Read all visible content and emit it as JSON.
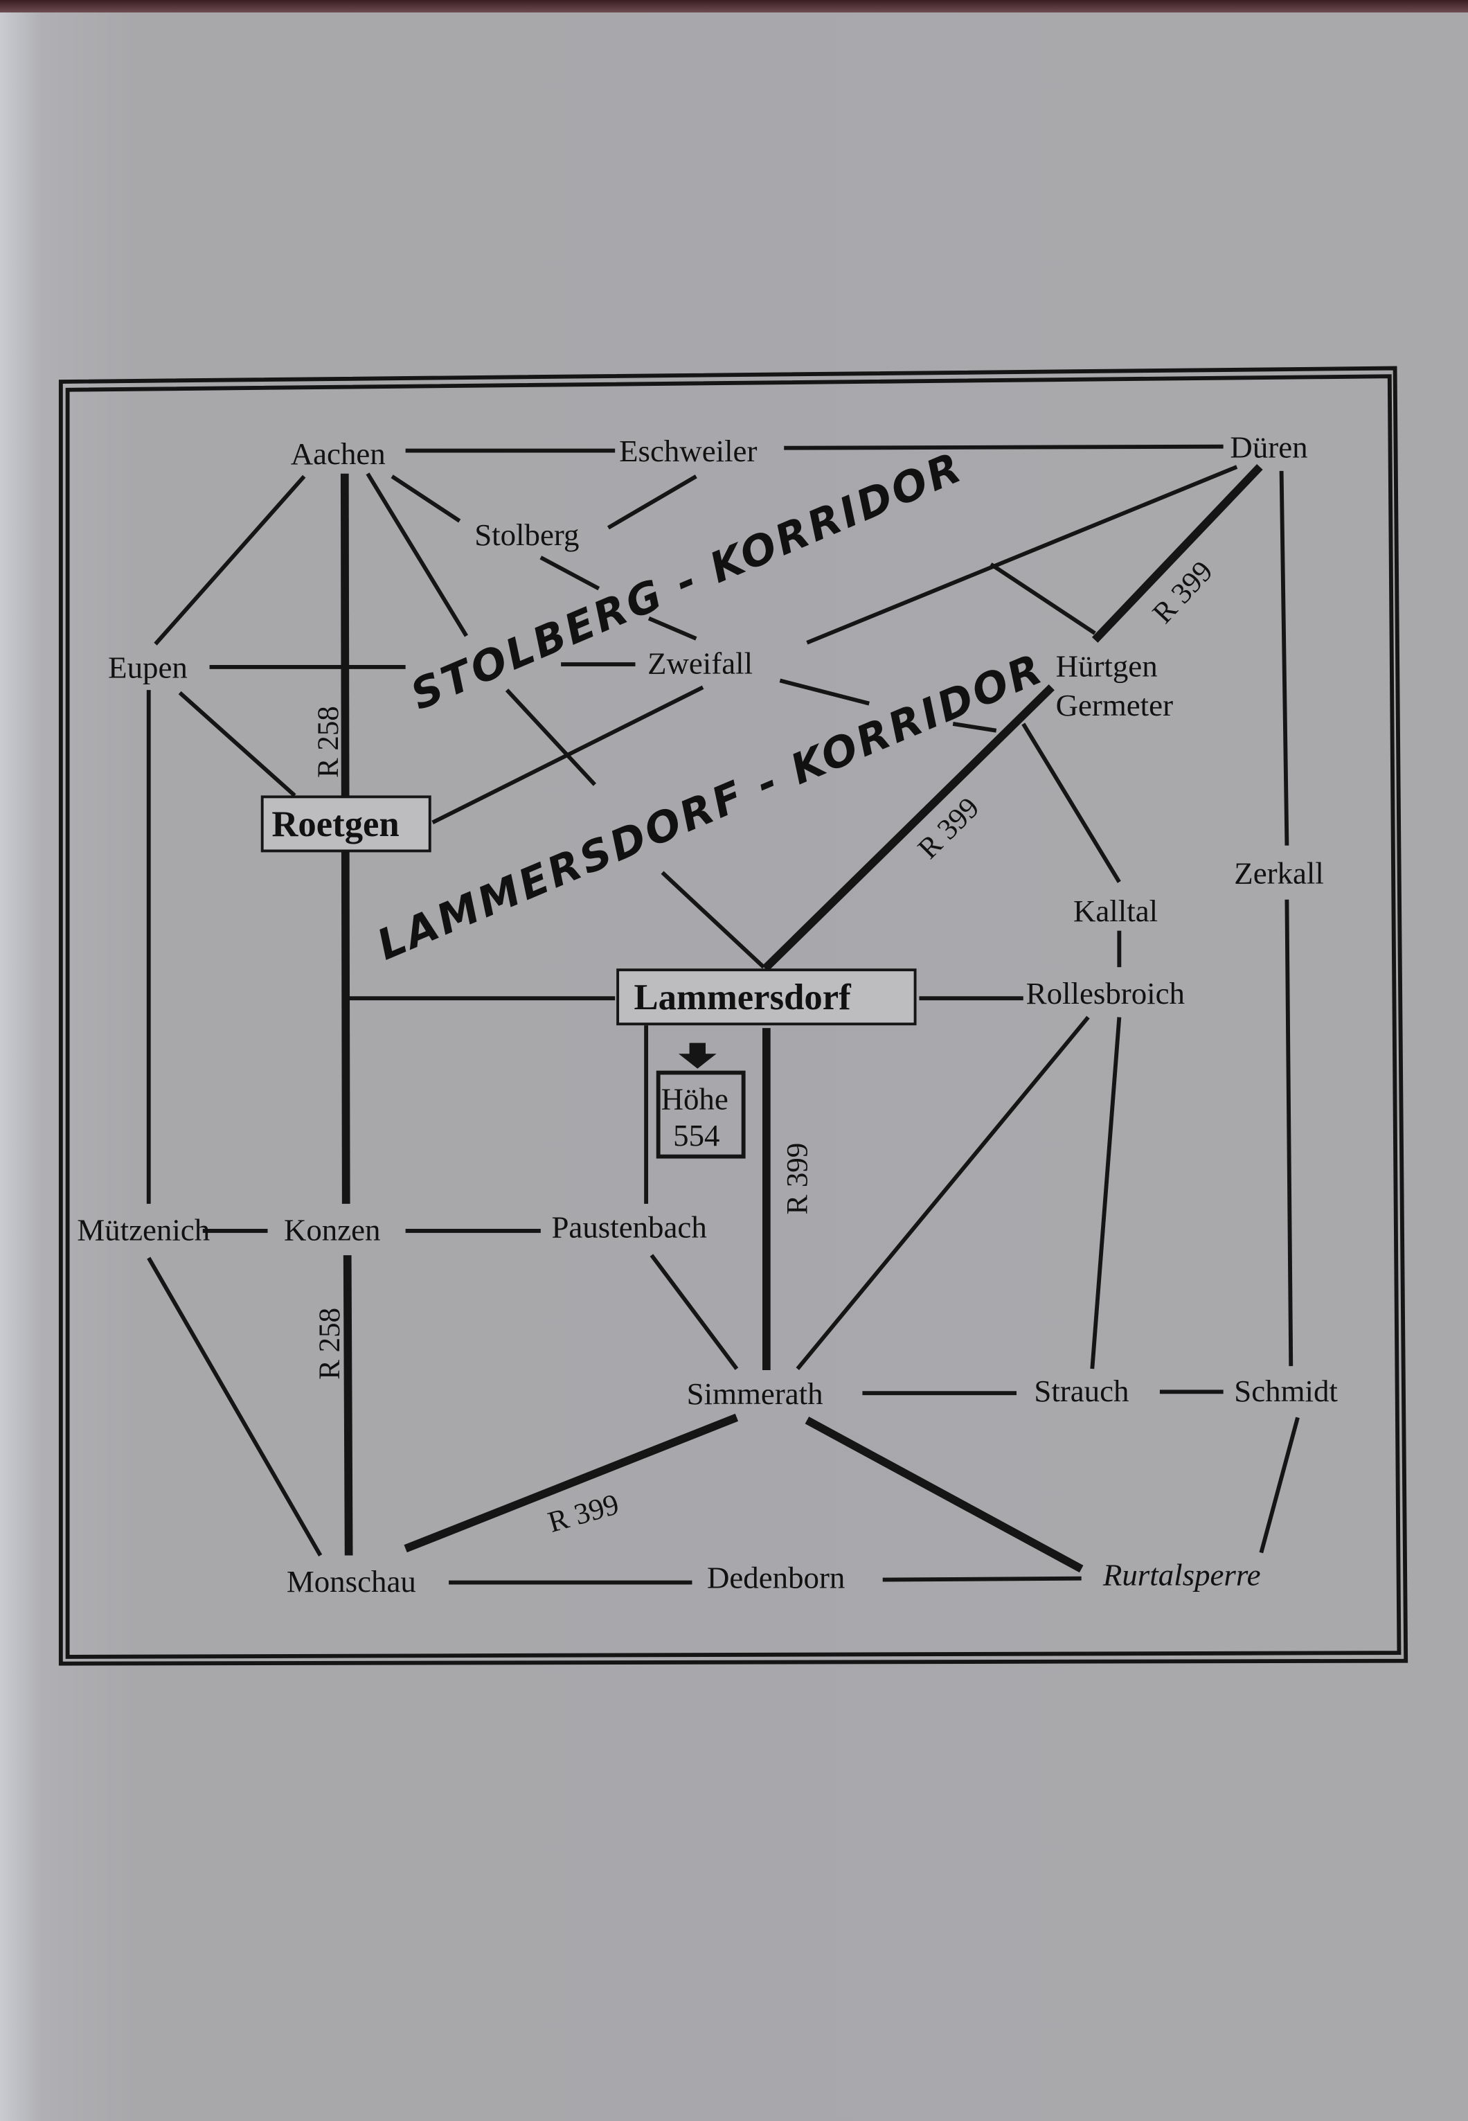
{
  "map": {
    "towns": {
      "aachen": "Aachen",
      "eschweiler": "Eschweiler",
      "dueren": "Düren",
      "stolberg": "Stolberg",
      "eupen": "Eupen",
      "zweifall": "Zweifall",
      "huertgen": "Hürtgen",
      "germeter": "Germeter",
      "roetgen": "Roetgen",
      "zerkall": "Zerkall",
      "kalltal": "Kalltal",
      "lammersdorf": "Lammersdorf",
      "rollesbroich": "Rollesbroich",
      "muetzenich": "Mützenich",
      "konzen": "Konzen",
      "paustenbach": "Paustenbach",
      "simmerath": "Simmerath",
      "strauch": "Strauch",
      "schmidt": "Schmidt",
      "monschau": "Monschau",
      "dedenborn": "Dedenborn",
      "rurtalsperre": "Rurtalsperre"
    },
    "hill": {
      "line1": "Höhe",
      "line2": "554"
    },
    "corridors": {
      "stolberg": "STOLBERG - KORRIDOR",
      "lammersdorf": "LAMMERSDORF - KORRIDOR"
    },
    "roads": {
      "r258": "R 258",
      "r399": "R 399"
    }
  }
}
